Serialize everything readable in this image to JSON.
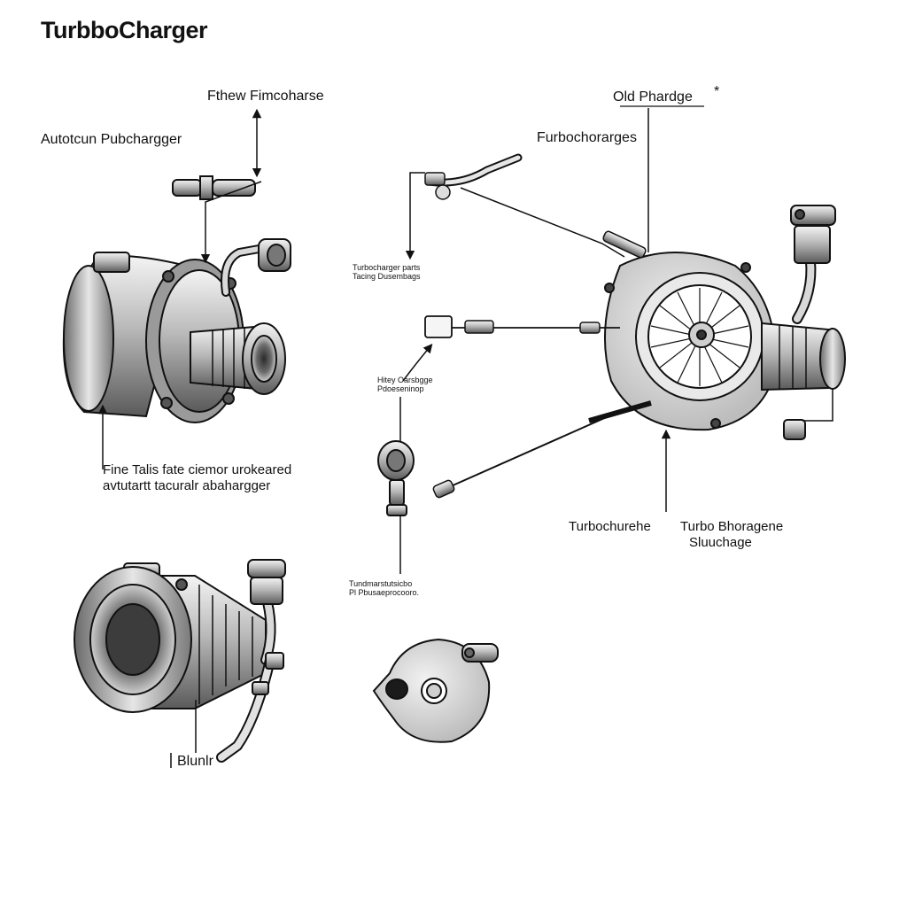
{
  "title": "TurbboCharger",
  "labels": {
    "top_center": "Fthew Fimcoharse",
    "top_left": "Autotcun Pubchargger",
    "top_right_old": "Old Phardge",
    "top_right_star": "*",
    "mid_right": "Furbochorarges",
    "small_1_line1": "Turbocharger parts",
    "small_1_line2": "Tacing Dusembags",
    "small_2_line1": "Hitey Oarsbgge",
    "small_2_line2": "Pdoeseninop",
    "caption_left_line1": "Fine Talis fate ciemor urokeared",
    "caption_left_line2": "avtutartt tacuralr abahargger",
    "right_label_1": "Turbochurehe",
    "right_label_2_line1": "Turbo Bhoragene",
    "right_label_2_line2": "Sluuchage",
    "small_3_line1": "Tundmarstutsicbo",
    "small_3_line2": "Pl Pbusaeprocooro.",
    "bottom_left": "Blunlr"
  }
}
